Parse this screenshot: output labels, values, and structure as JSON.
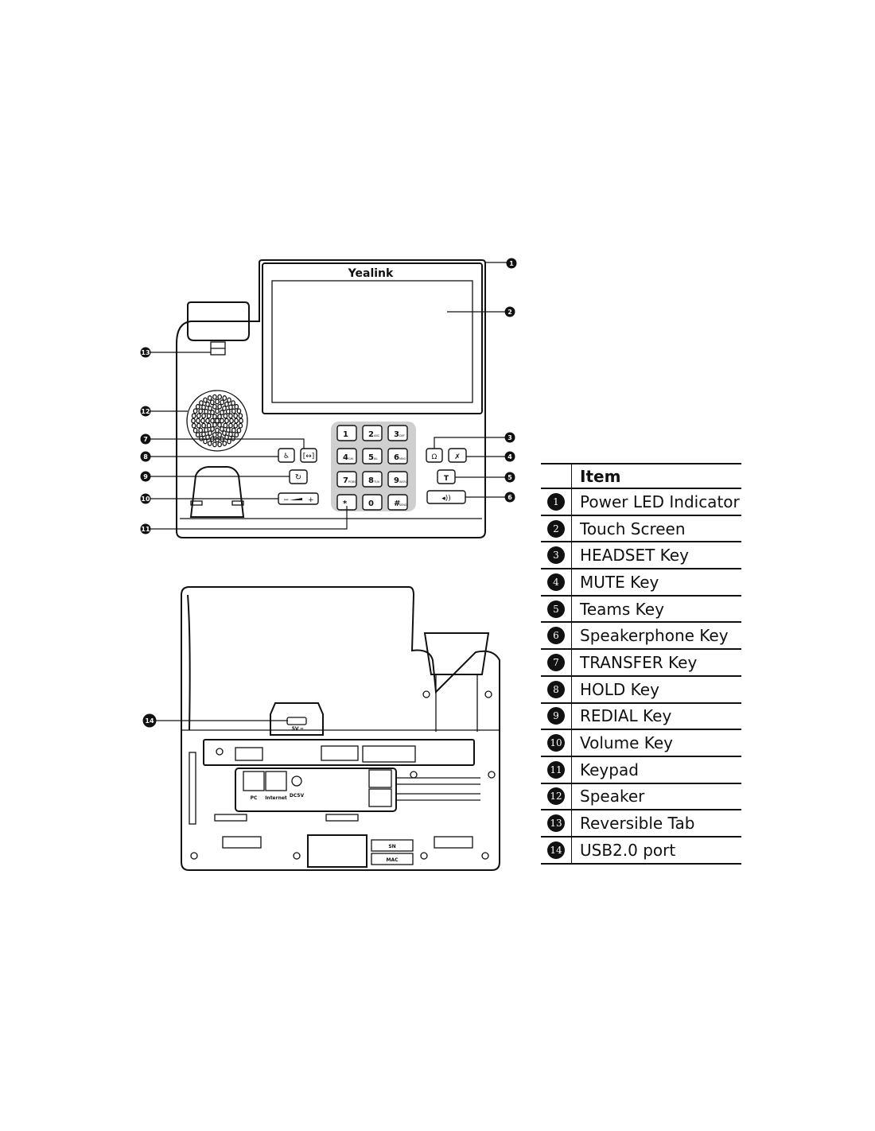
{
  "brand": "Yealink",
  "keypad": [
    {
      "digit": "1",
      "letters": ""
    },
    {
      "digit": "2",
      "letters": "ABC"
    },
    {
      "digit": "3",
      "letters": "DEF"
    },
    {
      "digit": "4",
      "letters": "GHI"
    },
    {
      "digit": "5",
      "letters": "JKL"
    },
    {
      "digit": "6",
      "letters": "MNO"
    },
    {
      "digit": "7",
      "letters": "PQRS"
    },
    {
      "digit": "8",
      "letters": "TUV"
    },
    {
      "digit": "9",
      "letters": "WXYZ"
    },
    {
      "digit": "*",
      "letters": ""
    },
    {
      "digit": "0",
      "letters": ""
    },
    {
      "digit": "#",
      "letters": "SEND"
    }
  ],
  "volume_key": {
    "minus": "−",
    "plus": "+"
  },
  "back_panel": {
    "usb_port_label": "5V ═",
    "pc_port_label": "PC",
    "internet_port_label": "Internet",
    "power_label": "DC5V",
    "sn_label": "SN",
    "mac_label": "MAC"
  },
  "callouts": [
    "1",
    "2",
    "3",
    "4",
    "5",
    "6",
    "7",
    "8",
    "9",
    "10",
    "11",
    "12",
    "13",
    "14"
  ],
  "table": {
    "header": "Item",
    "rows": [
      {
        "num": "1",
        "label": "Power LED Indicator"
      },
      {
        "num": "2",
        "label": "Touch Screen"
      },
      {
        "num": "3",
        "label": "HEADSET Key"
      },
      {
        "num": "4",
        "label": "MUTE Key"
      },
      {
        "num": "5",
        "label": "Teams Key"
      },
      {
        "num": "6",
        "label": "Speakerphone Key"
      },
      {
        "num": "7",
        "label": "TRANSFER Key"
      },
      {
        "num": "8",
        "label": "HOLD Key"
      },
      {
        "num": "9",
        "label": "REDIAL Key"
      },
      {
        "num": "10",
        "label": "Volume Key"
      },
      {
        "num": "11",
        "label": "Keypad"
      },
      {
        "num": "12",
        "label": "Speaker"
      },
      {
        "num": "13",
        "label": "Reversible Tab"
      },
      {
        "num": "14",
        "label": "USB2.0 port"
      }
    ]
  }
}
